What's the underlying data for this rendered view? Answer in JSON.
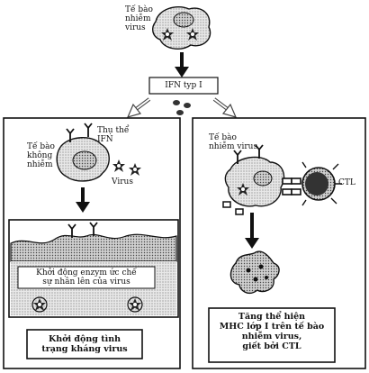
{
  "top": {
    "infected_cell_label": [
      "Tế bào",
      "nhiễm",
      "virus"
    ],
    "ifn_box": "IFN typ I"
  },
  "left_panel": {
    "cell_label": [
      "Tế bào",
      "không",
      "nhiễm"
    ],
    "receptor_label": [
      "Thụ thể",
      "IFN"
    ],
    "virus_label": "Virus",
    "enzyme_label": [
      "Khởi động enzym ức chế",
      "sự nhân lên của virus"
    ],
    "result_label": [
      "Khởi động tình",
      "trạng kháng virus"
    ]
  },
  "right_panel": {
    "infected_cell_label": [
      "Tế bào",
      "nhiễm virus"
    ],
    "ctl_label": "CTL",
    "result_label": [
      "Tăng thể hiện",
      "MHC lớp I trên tế bào",
      "nhiễm virus,",
      "giết bởi CTL"
    ]
  }
}
